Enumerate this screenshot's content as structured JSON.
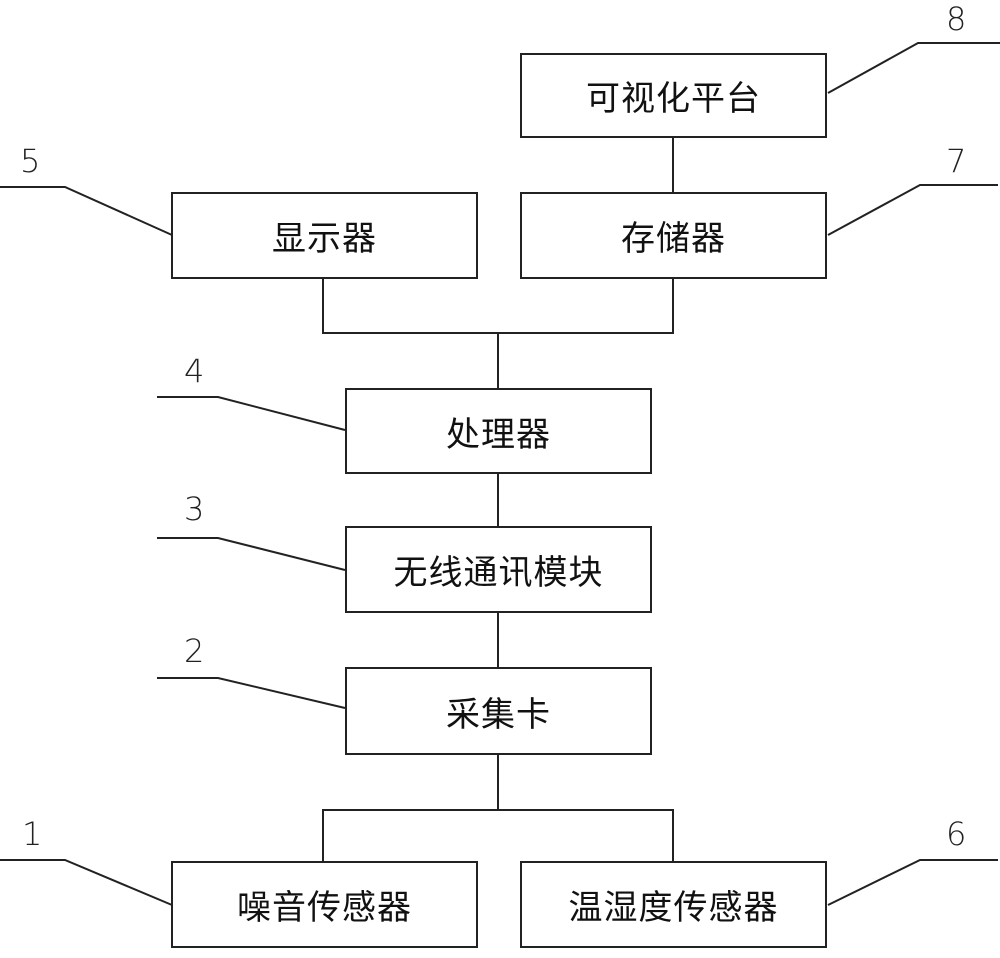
{
  "blocks": {
    "visual_platform": "可视化平台",
    "display": "显示器",
    "storage": "存储器",
    "processor": "处理器",
    "wireless": "无线通讯模块",
    "acquisition": "采集卡",
    "noise_sensor": "噪音传感器",
    "th_sensor": "温湿度传感器"
  },
  "refs": {
    "noise_sensor": "1",
    "acquisition": "2",
    "wireless": "3",
    "processor": "4",
    "display": "5",
    "th_sensor": "6",
    "storage": "7",
    "visual_platform": "8"
  }
}
